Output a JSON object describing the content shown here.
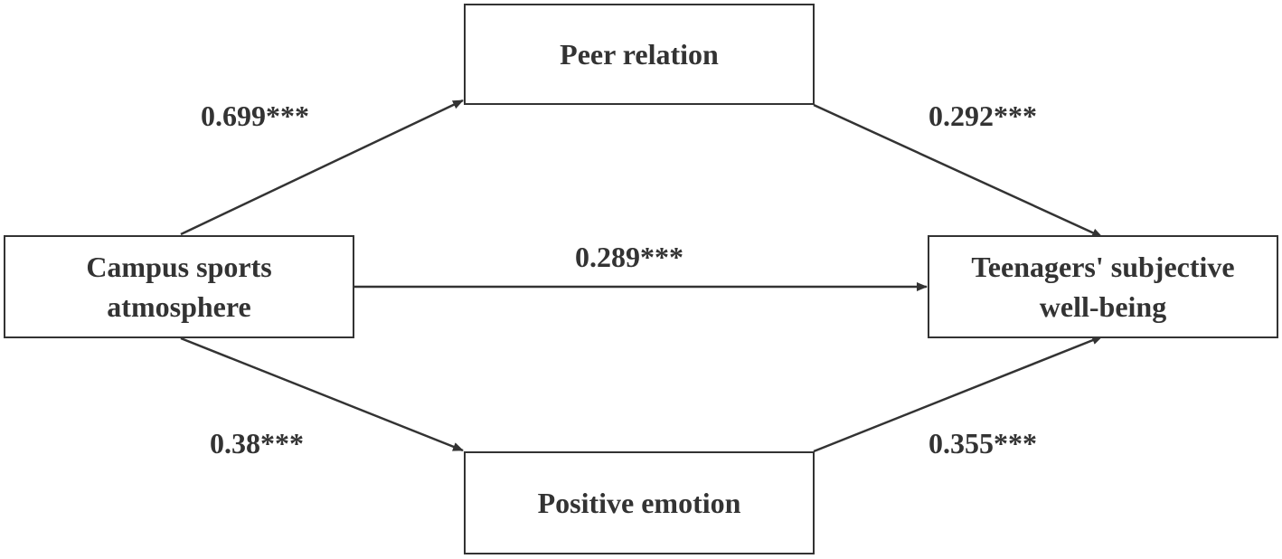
{
  "nodes": {
    "campus_sports": {
      "line1": "Campus sports",
      "line2": "atmosphere"
    },
    "peer_relation": {
      "label": "Peer relation"
    },
    "positive_emotion": {
      "label": "Positive emotion"
    },
    "wellbeing": {
      "line1": "Teenagers' subjective",
      "line2": "well-being"
    }
  },
  "paths": {
    "campus_to_peer": "0.699***",
    "peer_to_wellbeing": "0.292***",
    "campus_to_wellbeing": "0.289***",
    "campus_to_positive": "0.38***",
    "positive_to_wellbeing": "0.355***"
  },
  "colors": {
    "stroke": "#333333",
    "text": "#333333",
    "background": "#ffffff"
  }
}
